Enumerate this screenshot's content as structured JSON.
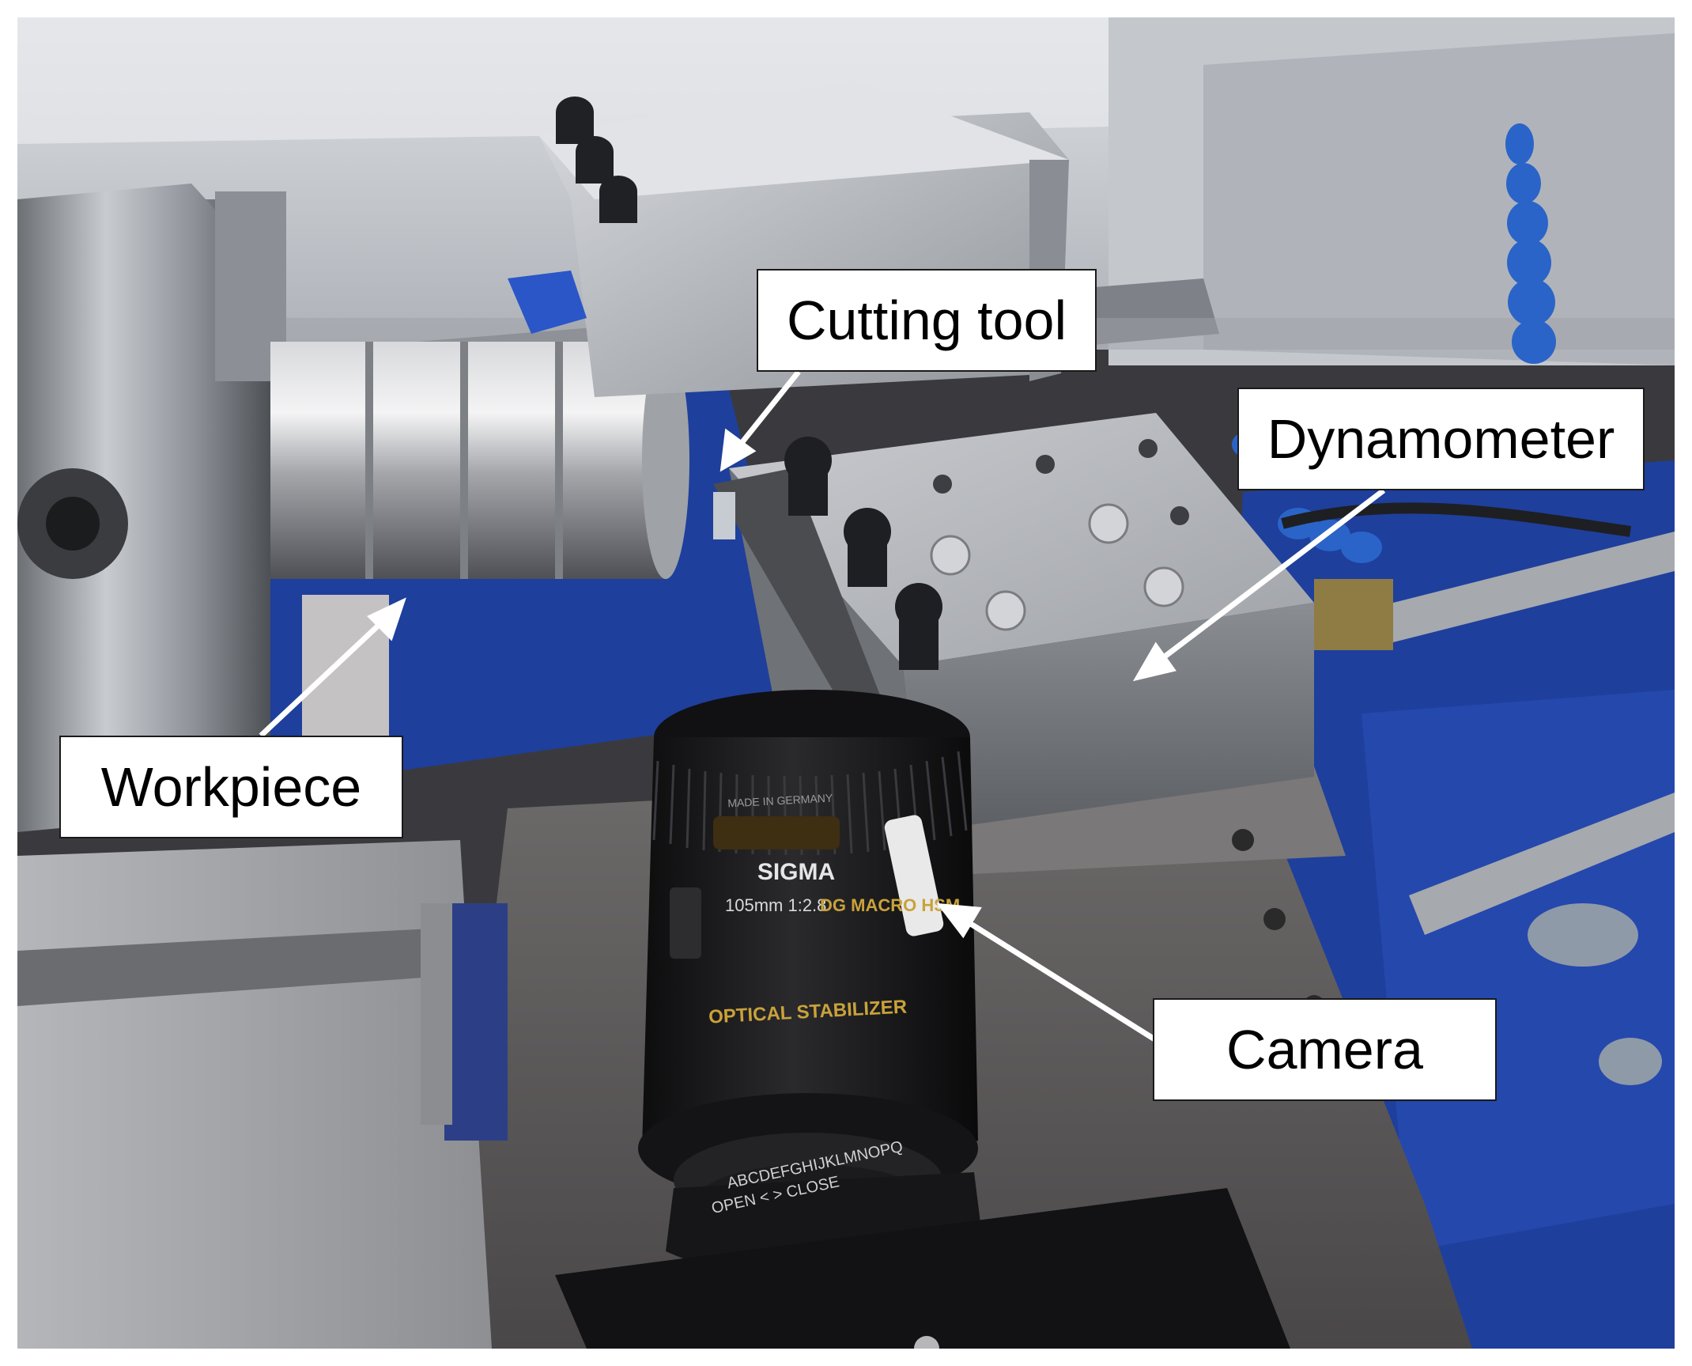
{
  "labels": {
    "cutting_tool": "Cutting tool",
    "dynamometer": "Dynamometer",
    "workpiece": "Workpiece",
    "camera": "Camera"
  },
  "lens": {
    "brand": "SIGMA",
    "spec": "105mm 1:2.8",
    "line": "DG MACRO HSM",
    "feature": "OPTICAL STABILIZER",
    "made_in": "MADE IN GERMANY",
    "adapter_letters": "ABCDEFGHIJKLMNOPQ",
    "adapter_open_close": "OPEN < > CLOSE"
  },
  "colors": {
    "lathe_blue": "#1e3f9c",
    "coolant_blue": "#2a64c8",
    "steel": "#b9bcc2",
    "lens_black": "#1b1b1d",
    "lens_gold": "#c9a23a",
    "annotation_white": "#ffffff"
  }
}
